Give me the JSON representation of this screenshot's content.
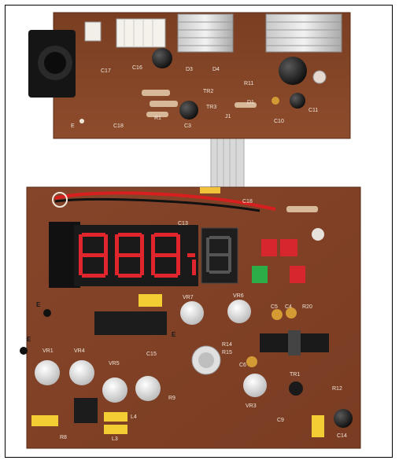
{
  "photo": {
    "subject": "Two printed circuit boards",
    "board_color": "#8a4a2a",
    "display_color": "#e0262c",
    "display_top_board_labels": [
      "C17",
      "C16",
      "C18",
      "D3",
      "D4",
      "TR2",
      "TR3",
      "R11",
      "R1",
      "C3",
      "D1",
      "C10",
      "C11",
      "E",
      "J1"
    ],
    "display_bottom_board_labels": [
      "C18",
      "C13",
      "R20",
      "C5",
      "C4",
      "VR7",
      "VR6",
      "R14",
      "R15",
      "C6",
      "E",
      "E",
      "VR1",
      "VR4",
      "VR5",
      "C15",
      "R9",
      "VR3",
      "C9",
      "TR1",
      "R12",
      "C14",
      "R8",
      "L3",
      "L4",
      "E"
    ]
  }
}
